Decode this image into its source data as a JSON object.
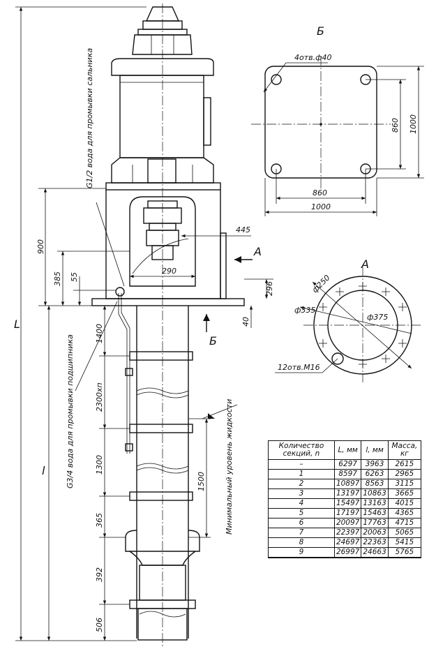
{
  "view_labels": {
    "top_view": "Б",
    "flange_view": "А",
    "arrow_a": "А",
    "arrow_b": "Б"
  },
  "top_view": {
    "holes_note": "4отв.ф40",
    "dim_inner_h": "860",
    "dim_outer_h": "1000",
    "dim_inner_v": "860",
    "dim_outer_v": "1000"
  },
  "flange_view": {
    "d_250": "ф250",
    "d_335": "ф335",
    "d_375": "ф375",
    "holes_note": "12отв.М16"
  },
  "notes": {
    "gland_water": "G1/2 вода для промывки сальника",
    "bearing_water": "G3/4 вода для промывки подшипника",
    "min_level": "Минимальный уровень жидкости"
  },
  "dims": {
    "d445": "445",
    "d290": "290",
    "d900": "900",
    "d385": "385",
    "d55": "55",
    "d296": "296",
    "d40": "40",
    "d1400": "1400",
    "d2300": "2300хп",
    "d1300": "1300",
    "d1500": "1500",
    "d365": "365",
    "d392": "392",
    "d506": "506",
    "L": "L",
    "l": "l"
  },
  "table": {
    "headers": [
      "Количество секций, n",
      "L, мм",
      "l, мм",
      "Масса, кг"
    ],
    "rows": [
      [
        "–",
        "6297",
        "3963",
        "2615"
      ],
      [
        "1",
        "8597",
        "6263",
        "2965"
      ],
      [
        "2",
        "10897",
        "8563",
        "3115"
      ],
      [
        "3",
        "13197",
        "10863",
        "3665"
      ],
      [
        "4",
        "15497",
        "13163",
        "4015"
      ],
      [
        "5",
        "17197",
        "15463",
        "4365"
      ],
      [
        "6",
        "20097",
        "17763",
        "4715"
      ],
      [
        "7",
        "22397",
        "20063",
        "5065"
      ],
      [
        "8",
        "24697",
        "22363",
        "5415"
      ],
      [
        "9",
        "26997",
        "24663",
        "5765"
      ]
    ]
  }
}
